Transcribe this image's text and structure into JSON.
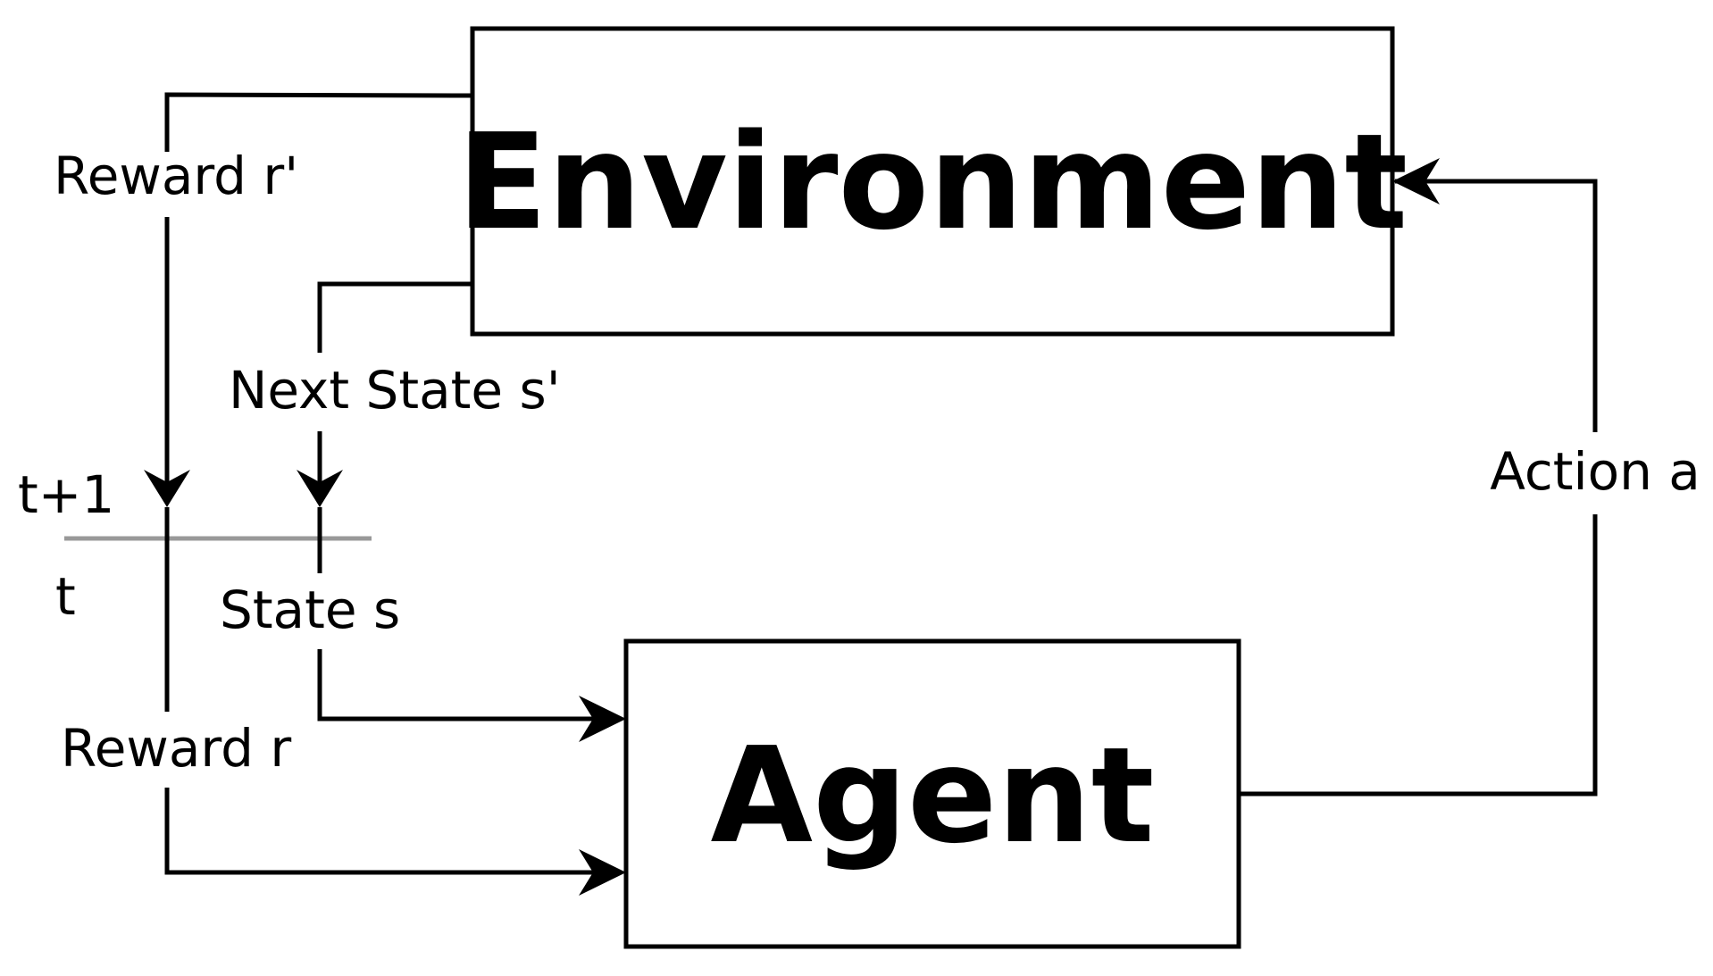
{
  "nodes": {
    "environment": {
      "label": "Environment"
    },
    "agent": {
      "label": "Agent"
    }
  },
  "edges": {
    "reward_next": {
      "label": "Reward r'"
    },
    "next_state": {
      "label": "Next State s'"
    },
    "state": {
      "label": "State s"
    },
    "reward": {
      "label": "Reward r"
    },
    "action": {
      "label": "Action a"
    }
  },
  "timeline": {
    "upper_label": "t+1",
    "lower_label": "t"
  },
  "colors": {
    "stroke": "#000000",
    "timeline": "#999999",
    "background": "#ffffff"
  }
}
